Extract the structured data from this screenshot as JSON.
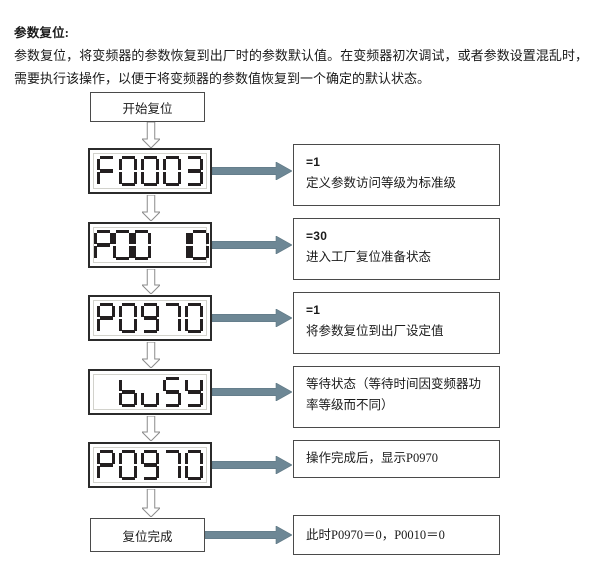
{
  "document": {
    "title": "参数复位:",
    "paragraph": "参数复位，将变频器的参数恢复到出厂时的参数默认值。在变频器初次调试，或者参数设置混乱时，需要执行该操作，以便于将变频器的参数值恢复到一个确定的默认状态。"
  },
  "flow": {
    "start_label": "开始复位",
    "end_label": "复位完成",
    "steps": [
      {
        "display": "F0003",
        "note_eq": "=1",
        "note_text": "定义参数访问等级为标准级"
      },
      {
        "display": "P00 10",
        "note_eq": "=30",
        "note_text": "进入工厂复位准备状态"
      },
      {
        "display": "P0970",
        "note_eq": "=1",
        "note_text": "将参数复位到出厂设定值"
      },
      {
        "display": " buSY",
        "note_eq": "",
        "note_text": "等待状态（等待时间因变频器功率等级而不同）"
      },
      {
        "display": "P0970",
        "note_eq": "",
        "note_text": "操作完成后，显示P0970"
      }
    ],
    "final_note": "此时P0970＝0，P0010＝0"
  },
  "colors": {
    "arrow_fill": "#6d8795",
    "arrow_stroke": "#5d7682",
    "hollow_arrow_stroke": "#8b8b8b",
    "box_border": "#4a4a4a",
    "lcd_border": "#2b2b2b",
    "segment": "#231f20"
  }
}
